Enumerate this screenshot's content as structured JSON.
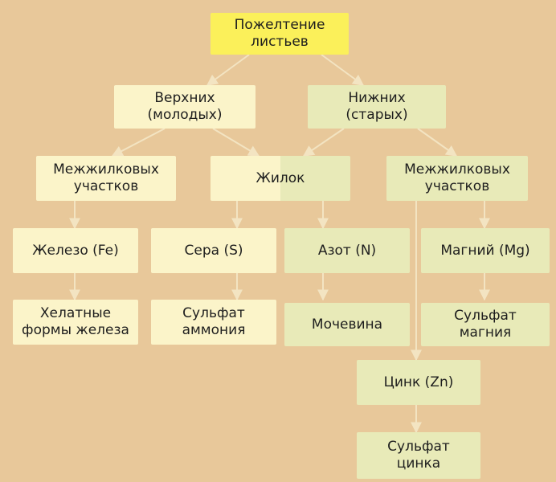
{
  "nodes": {
    "root": "Пожелтение\nлистьев",
    "upper": "Верхних\n(молодых)",
    "lower": "Нижних\n(старых)",
    "interveinal_left": "Межжилковых\nучастков",
    "veins": "Жилок",
    "interveinal_right": "Межжилковых\nучастков",
    "iron": "Железо (Fe)",
    "sulfur": "Сера (S)",
    "nitrogen": "Азот (N)",
    "magnesium": "Магний (Mg)",
    "iron_chelate": "Хелатные\nформы железа",
    "ammonium_sulfate": "Сульфат\nаммония",
    "urea": "Мочевина",
    "magnesium_sulfate": "Сульфат\nмагния",
    "zinc": "Цинк (Zn)",
    "zinc_sulfate": "Сульфат\nцинка"
  },
  "colors": {
    "background": "#e8c89a",
    "root": "#fbf05a",
    "young_branch": "#fbf4c9",
    "old_branch": "#e8eab8",
    "arrow": "#f3e4c2"
  }
}
